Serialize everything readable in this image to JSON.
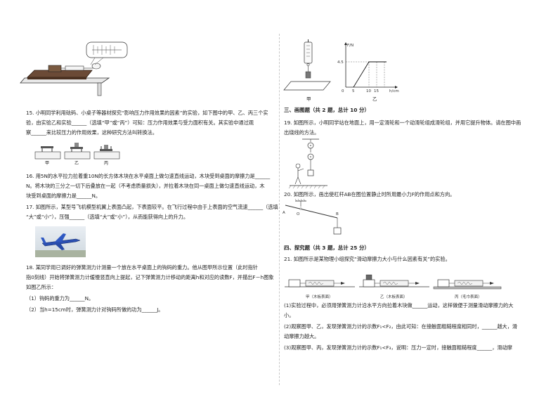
{
  "left": {
    "q15": {
      "line1": "15. 小明同学利用砝码、小桌子等器材探究“影响压力作用效果的因素”的实验，如下图中的甲、乙、丙三个实",
      "line2": "验，由实验乙和实验______（选填“甲”或“丙”）可知：压力作用效果与受力面积有关。其实验中通过观",
      "line3": "察______来比较压力的作用效果，这种研究方法叫转换法。",
      "fig_labels": [
        "甲",
        "乙",
        "丙"
      ]
    },
    "q16": {
      "line1": "16. 用5N的水平拉力拉着重10N的长方体木块在水平桌面上做匀速直线运动，木块受到桌面的摩擦力是______",
      "line2": "N。将木块的三分之一切下后叠放在一起（不考虑质量损失），并拉着木块在同一桌面上做匀速直线运动，木",
      "line3": "块受到桌面的摩擦力是______N。"
    },
    "q17": {
      "line1": "17. 如图所示，某型号飞机模型机翼上表面凸起，下表面较平。在飞行过程中由于上表面的空气流速______（选填",
      "line2": "“大”或“小”），压强______（选填“大”或“小”），从而能获得向上的升力。"
    },
    "q18": {
      "line1": "18. 某同学用已调好的弹簧测力计测量一个放在水平桌面上的钩码的重力。他从图甲所示位置（此时指针",
      "line2": "指0刻线）开始将弹簧测力计缓慢竖直向上提起，记下弹簧测力计移动的距离h和对应的读数F，并描出F－h图象",
      "line3": "如图乙所示：",
      "sub1": "（1）钩码的重力为______N。",
      "sub2": "（2）当h=15cm时，弹簧测力计对钩码所做的功为______J。"
    }
  },
  "right": {
    "fig_labels": {
      "jia": "甲",
      "yi": "乙"
    },
    "graph": {
      "y_axis_label": "F/N",
      "x_axis_label": "h/cm",
      "y_tick": "4.5",
      "x_ticks": [
        "0",
        "5",
        "10",
        "15"
      ]
    },
    "section3": "三、画图题（共 2 题，总计 10 分）",
    "q19": {
      "line1": "19. 如图所示，小明同学站在地面上，用一定滑轮和一个动滑轮组成滑轮组，并用它提升物体。请在图中画",
      "line2": "出绕线的方法。"
    },
    "q20": {
      "line1": "20. 如图所示，画出使杠杆AB在图位置静止时所用最小力F的作用点和方向。",
      "labels": {
        "A": "A",
        "O": "O",
        "B": "B"
      }
    },
    "section4": "四、探究题（共 3 题，总计 25 分）",
    "q21": {
      "line1": "21. 如图所示是某物理小组探究“滑动摩擦力大小与什么因素有关”的实验。",
      "fig_captions": [
        "甲（木板表面）",
        "乙（木板表面）",
        "丙（毛巾表面）"
      ],
      "p1a": "(1)实验过程中，必须用弹簧测力计沿水平方向拉着木块做______运动，这样做便于测量滑动摩擦力的大",
      "p1b": "小。",
      "p2a": "(2)观察图甲、乙，发现弹簧测力计的示数F₁<F₂，由此可知：在接触面粗糙程度相同时，______越大，滑",
      "p2b": "动摩擦力越大。",
      "p3": "(3)观察图甲、丙，发现弹簧测力计的示数F₁<F₃，说明：压力一定时，接触面粗糙程度______，滑动摩"
    }
  }
}
